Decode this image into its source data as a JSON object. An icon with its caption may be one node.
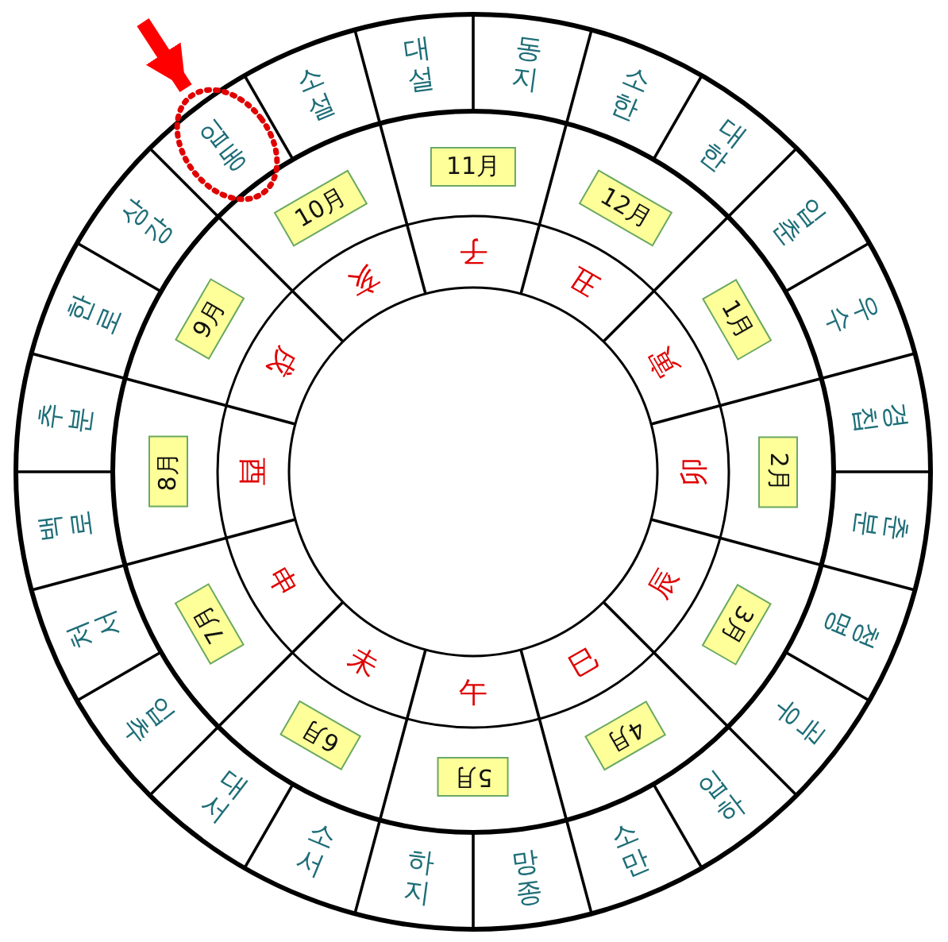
{
  "diagram": {
    "nodes": [
      {
        "text": [
          "동지"
        ]
      },
      {
        "text": [
          "소한"
        ]
      },
      {
        "text": [
          "대한"
        ]
      },
      {
        "text": [
          "입춘"
        ]
      },
      {
        "text": [
          "우수"
        ]
      },
      {
        "text": [
          "경칩"
        ]
      },
      {
        "text": [
          "춘분"
        ]
      },
      {
        "text": [
          "청명"
        ]
      },
      {
        "text": [
          "곡우"
        ]
      },
      {
        "text": [
          "입하"
        ]
      },
      {
        "text": [
          "소만"
        ]
      },
      {
        "text": [
          "망종"
        ]
      },
      {
        "text": [
          "하지"
        ]
      },
      {
        "text": [
          "소서"
        ]
      },
      {
        "text": [
          "대서"
        ]
      },
      {
        "text": [
          "입추"
        ]
      },
      {
        "text": [
          "처서"
        ]
      },
      {
        "text": [
          "백로"
        ]
      },
      {
        "text": [
          "추분"
        ]
      },
      {
        "text": [
          "한로"
        ]
      },
      {
        "text": [
          "상강"
        ]
      },
      {
        "text": [
          "입동"
        ]
      },
      {
        "text": [
          "소설"
        ]
      },
      {
        "text": [
          "대설"
        ]
      },
      {
        "text": [
          "11月"
        ]
      },
      {
        "text": [
          "12月"
        ]
      },
      {
        "text": [
          "1月"
        ]
      },
      {
        "text": [
          "2月"
        ]
      },
      {
        "text": [
          "3月"
        ]
      },
      {
        "text": [
          "4月"
        ]
      },
      {
        "text": [
          "5月"
        ]
      },
      {
        "text": [
          "6月"
        ]
      },
      {
        "text": [
          "7月"
        ]
      },
      {
        "text": [
          "8月"
        ]
      },
      {
        "text": [
          "9月"
        ]
      },
      {
        "text": [
          "10月"
        ]
      },
      {
        "text": [
          "子"
        ]
      },
      {
        "text": [
          "丑"
        ]
      },
      {
        "text": [
          "寅"
        ]
      },
      {
        "text": [
          "卯"
        ]
      },
      {
        "text": [
          "辰"
        ]
      },
      {
        "text": [
          "巳"
        ]
      },
      {
        "text": [
          "午"
        ]
      },
      {
        "text": [
          "未"
        ]
      },
      {
        "text": [
          "申"
        ]
      },
      {
        "text": [
          "酉"
        ]
      },
      {
        "text": [
          "戌"
        ]
      },
      {
        "text": [
          "亥"
        ]
      }
    ],
    "edges": [
      {
        "from": null,
        "to": 21,
        "arrow": "to",
        "color": "#ff0000"
      }
    ]
  }
}
